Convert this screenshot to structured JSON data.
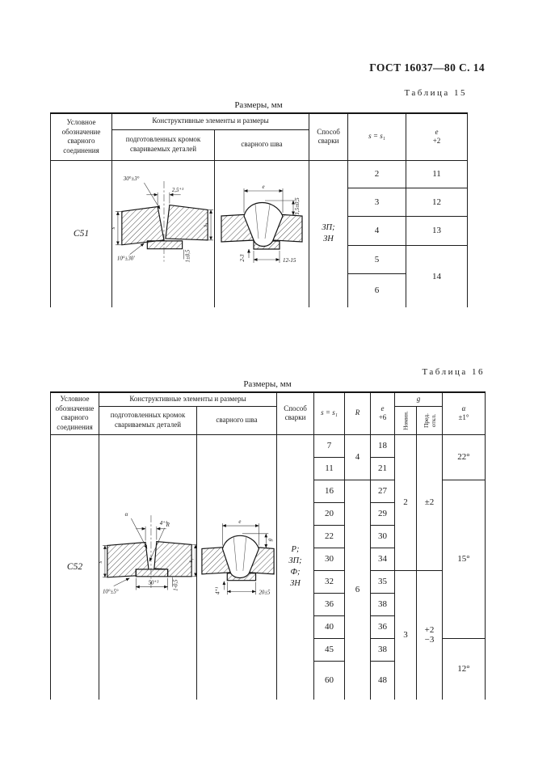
{
  "page": {
    "header_title": "ГОСТ 16037—80 С. 14"
  },
  "table15": {
    "caption": "Таблица 15",
    "units": "Размеры, мм",
    "headers": {
      "designation": "Условное обозначение сварного соединения",
      "constructive": "Конструктивные элементы и размеры",
      "edges": "подготовленных кромок свариваемых деталей",
      "weld": "сварного шва",
      "method": "Способ сварки",
      "s": "s = s₁",
      "e_symbol": "e",
      "e_tolerance": "+2"
    },
    "designation": "С51",
    "method": "ЗП;\nЗН",
    "prep_labels": {
      "angle_top": "30°±3°",
      "gap": "2,5⁺¹",
      "s": "s",
      "s1": "s₁",
      "angle_bottom": "10°±30'",
      "root_face": "1±0,5"
    },
    "weld_labels": {
      "width": "e",
      "height": "1,5±0,5",
      "root": "2-3",
      "backing_width": "12-15"
    },
    "rows": [
      {
        "s": "2",
        "e": "11"
      },
      {
        "s": "3",
        "e": "12"
      },
      {
        "s": "4",
        "e": "13"
      },
      {
        "s": "5",
        "e": "14"
      },
      {
        "s": "6"
      }
    ]
  },
  "table16": {
    "caption": "Таблица 16",
    "units": "Размеры, мм",
    "headers": {
      "designation": "Условное обозначение сварного соединения",
      "constructive": "Конструктивные элементы и размеры",
      "edges": "подготовленных кромок свариваемых деталей",
      "weld": "сварного шва",
      "method": "Способ сварки",
      "s": "s = s₁",
      "R": "R",
      "e_symbol": "e",
      "e_tolerance": "+6",
      "g": "g",
      "g_nominal": "Номин.",
      "g_deviation": "Пред.\nоткл.",
      "alpha_symbol": "α",
      "alpha_tolerance": "±1°"
    },
    "designation": "С52",
    "method": "Р;\nЗП;\nФ;\nЗН",
    "prep_labels": {
      "alpha": "α",
      "gap": "4⁺¹",
      "radius": "R",
      "s": "s",
      "s1": "s₁",
      "angle_bottom": "10°±5°",
      "backing_width": "50⁺³",
      "backing_height": "1-0,5"
    },
    "weld_labels": {
      "width": "e",
      "height": "g",
      "root": "4⁺¹",
      "backing_width": "20±5"
    },
    "rows": [
      {
        "s": "7",
        "e": "18"
      },
      {
        "s": "11",
        "e": "21"
      },
      {
        "s": "16",
        "e": "27"
      },
      {
        "s": "20",
        "e": "29"
      },
      {
        "s": "22",
        "e": "30"
      },
      {
        "s": "30",
        "e": "34"
      },
      {
        "s": "32",
        "e": "35"
      },
      {
        "s": "36",
        "e": "38"
      },
      {
        "s": "40",
        "e": "36"
      },
      {
        "s": "45",
        "e": "38"
      },
      {
        "s": "60",
        "e": "48"
      }
    ],
    "r_groups": [
      {
        "value": "4"
      },
      {
        "value": "6"
      }
    ],
    "g_nominal_groups": [
      {
        "value": "2"
      },
      {
        "value": "3"
      }
    ],
    "g_deviation_groups": [
      {
        "value": "±2"
      },
      {
        "value": "+2\n−3"
      }
    ],
    "alpha_groups": [
      {
        "value": "22°"
      },
      {
        "value": "15°"
      },
      {
        "value": "12°"
      }
    ]
  }
}
